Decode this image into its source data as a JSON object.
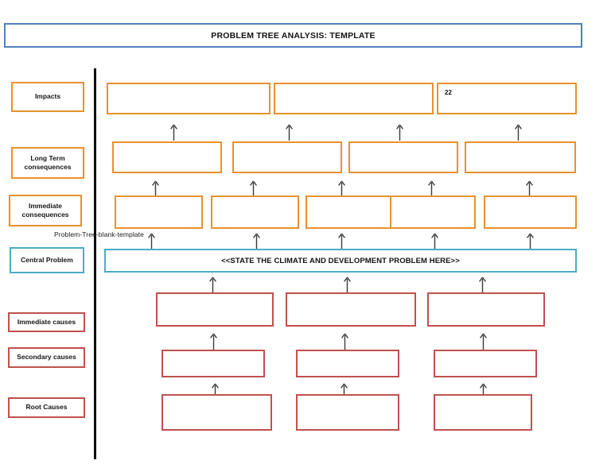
{
  "title": {
    "text": "PROBLEM TREE ANALYSIS: TEMPLATE",
    "border_color": "#4f81bd"
  },
  "caption": {
    "text": "Problem-Tree-blank-template"
  },
  "colors": {
    "effects_orange": "#e8912e",
    "central_teal": "#4bacc6",
    "causes_red": "#c0504d",
    "trunk_black": "#0d0d0d",
    "arrow_gray": "#3a3a3a"
  },
  "labels": {
    "impacts": "Impacts",
    "long_term": "Long Term consequences",
    "immediate_consequences": "Immediate consequences",
    "central_problem": "Central Problem",
    "immediate_causes": "Immediate causes",
    "secondary_causes": "Secondary causes",
    "root_causes": "Root Causes"
  },
  "rows": {
    "impacts": {
      "label": "Impacts",
      "color": "#e8912e",
      "boxes": [
        {
          "text": ""
        },
        {
          "text": ""
        },
        {
          "text": "22"
        }
      ]
    },
    "long_term_consequences": {
      "label": "Long Term consequences",
      "color": "#e8912e",
      "boxes": [
        {
          "text": ""
        },
        {
          "text": ""
        },
        {
          "text": ""
        },
        {
          "text": ""
        }
      ]
    },
    "immediate_consequences": {
      "label": "Immediate consequences",
      "color": "#e8912e",
      "boxes": [
        {
          "text": ""
        },
        {
          "text": ""
        },
        {
          "text": ""
        },
        {
          "text": ""
        },
        {
          "text": ""
        }
      ]
    },
    "central_problem": {
      "label": "Central Problem",
      "color": "#4bacc6",
      "boxes": [
        {
          "text": "<<STATE THE CLIMATE AND DEVELOPMENT PROBLEM HERE>>"
        }
      ]
    },
    "immediate_causes": {
      "label": "Immediate causes",
      "color": "#c0504d",
      "boxes": [
        {
          "text": ""
        },
        {
          "text": ""
        },
        {
          "text": ""
        }
      ]
    },
    "secondary_causes": {
      "label": "Secondary causes",
      "color": "#c0504d",
      "boxes": [
        {
          "text": ""
        },
        {
          "text": ""
        },
        {
          "text": ""
        }
      ]
    },
    "root_causes": {
      "label": "Root Causes",
      "color": "#c0504d",
      "boxes": [
        {
          "text": ""
        },
        {
          "text": ""
        },
        {
          "text": ""
        }
      ]
    }
  }
}
